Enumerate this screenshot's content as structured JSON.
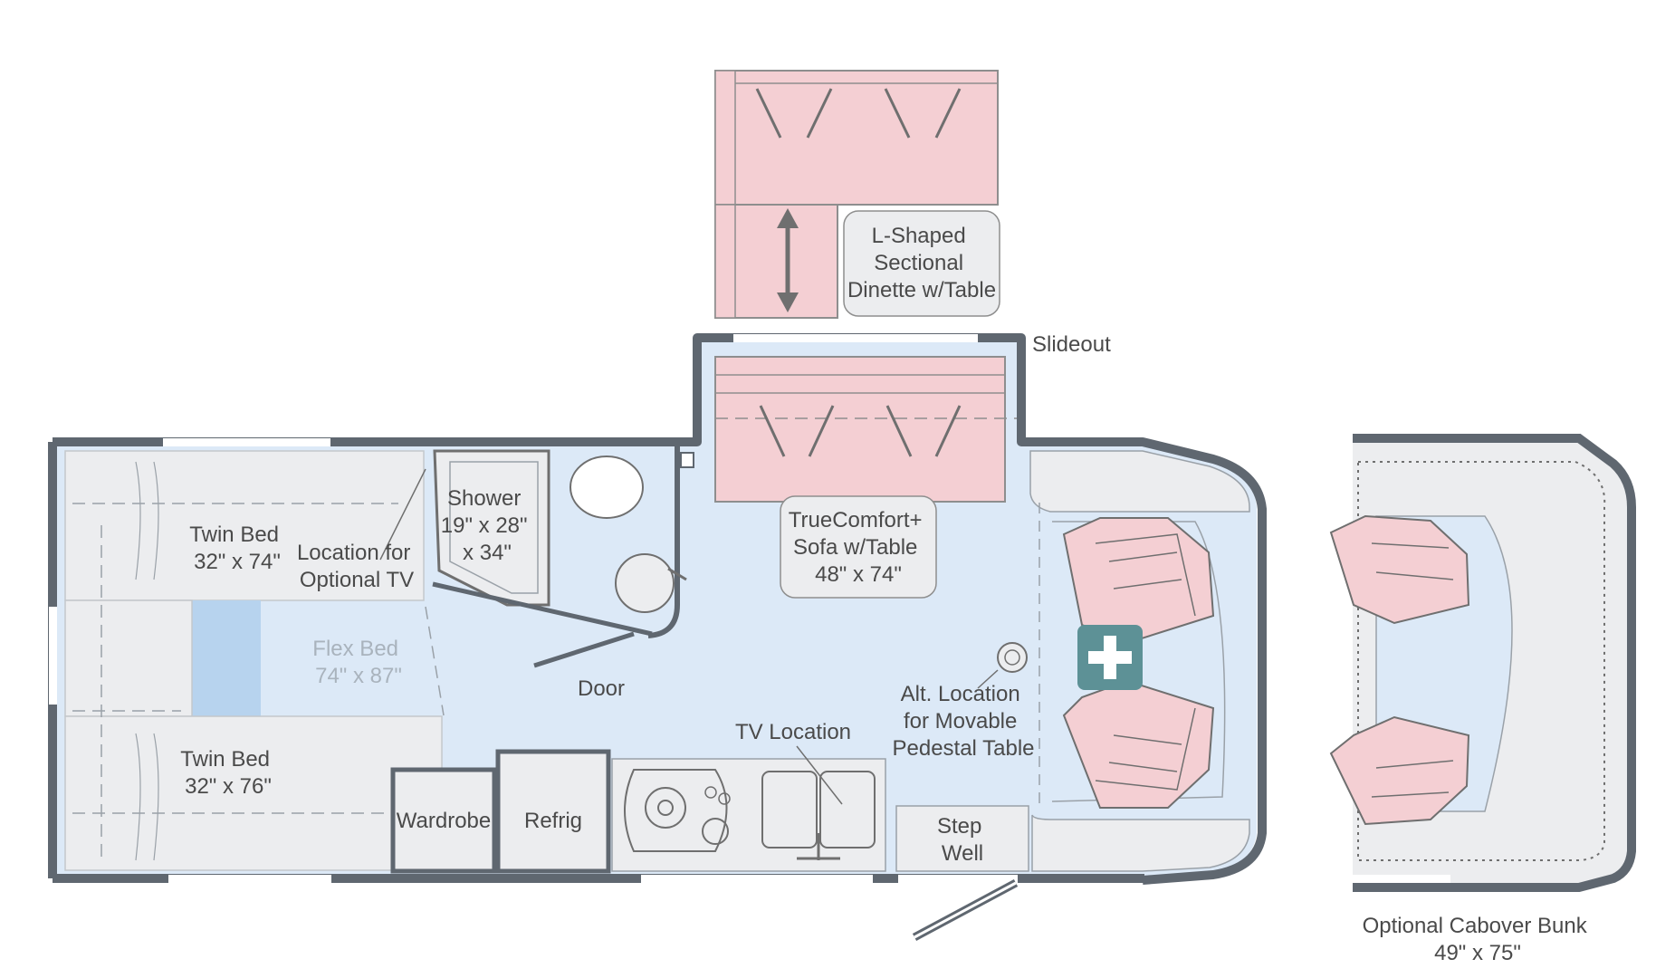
{
  "labels": {
    "dinette": [
      "L-Shaped",
      "Sectional",
      "Dinette w/Table"
    ],
    "slideout": "Slideout",
    "twin_bed_top": [
      "Twin Bed",
      "32\" x 74\""
    ],
    "optional_tv": [
      "Location for",
      "Optional TV"
    ],
    "shower": [
      "Shower",
      "19\" x 28\"",
      "x 34\""
    ],
    "flex_bed": [
      "Flex Bed",
      "74\" x 87\""
    ],
    "door": "Door",
    "sofa": [
      "TrueComfort+",
      "Sofa w/Table",
      "48\" x 74\""
    ],
    "pedestal_table": [
      "Alt. Location",
      "for Movable",
      "Pedestal Table"
    ],
    "tv_location": "TV Location",
    "twin_bed_bottom": [
      "Twin Bed",
      "32\" x 76\""
    ],
    "wardrobe": "Wardrobe",
    "refrig": "Refrig",
    "step_well": [
      "Step",
      "Well"
    ],
    "cabover": [
      "Optional Cabover Bunk",
      "49\" x 75\""
    ]
  },
  "icons": {
    "first_aid": "plus-icon",
    "movement": "double-arrow-icon"
  },
  "colors": {
    "wall": "#5f6770",
    "floor": "#dce9f7",
    "furniture": "#ecedef",
    "seating": "#f4cfd3",
    "accent": "#5d9196",
    "text": "#4a4a4a",
    "flex_text": "#a9b3bd"
  }
}
